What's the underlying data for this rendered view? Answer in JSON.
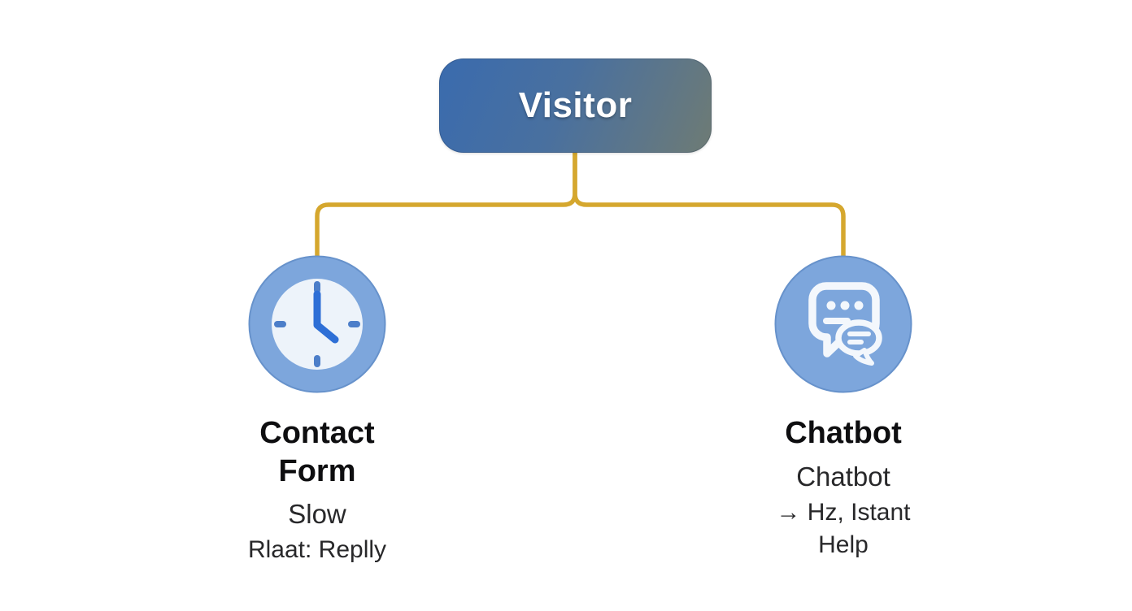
{
  "diagram": {
    "type": "tree",
    "background_color": "#ffffff",
    "connector_color": "#d5a72e",
    "root": {
      "id": "visitor",
      "label": "Visitor",
      "shape": "rounded-rectangle",
      "gradient_start_color": "#3a6bae",
      "gradient_end_color": "#6e7b74",
      "text_color": "#ffffff"
    },
    "nodes": [
      {
        "id": "contact-form",
        "icon": "clock-icon",
        "icon_circle_color": "#7da6dc",
        "title": "Contact Form",
        "subtitle1": "Slow",
        "subtitle2": "Rlaat: Replly"
      },
      {
        "id": "chatbot",
        "icon": "chat-bubbles-icon",
        "icon_circle_color": "#7da6dc",
        "title": "Chatbot",
        "subtitle1": "Chatbot",
        "subtitle2": "→ Hz, Istant Help"
      }
    ],
    "edges": [
      {
        "from": "visitor",
        "to": "contact-form"
      },
      {
        "from": "visitor",
        "to": "chatbot"
      }
    ],
    "icon_colors": {
      "circle_blue": "#7da6dc",
      "clock_face": "#edf3fa",
      "clock_hands": "#2e6fd6",
      "clock_ticks": "#4c7ec9",
      "bubble_stroke": "#f3f7fc"
    }
  }
}
